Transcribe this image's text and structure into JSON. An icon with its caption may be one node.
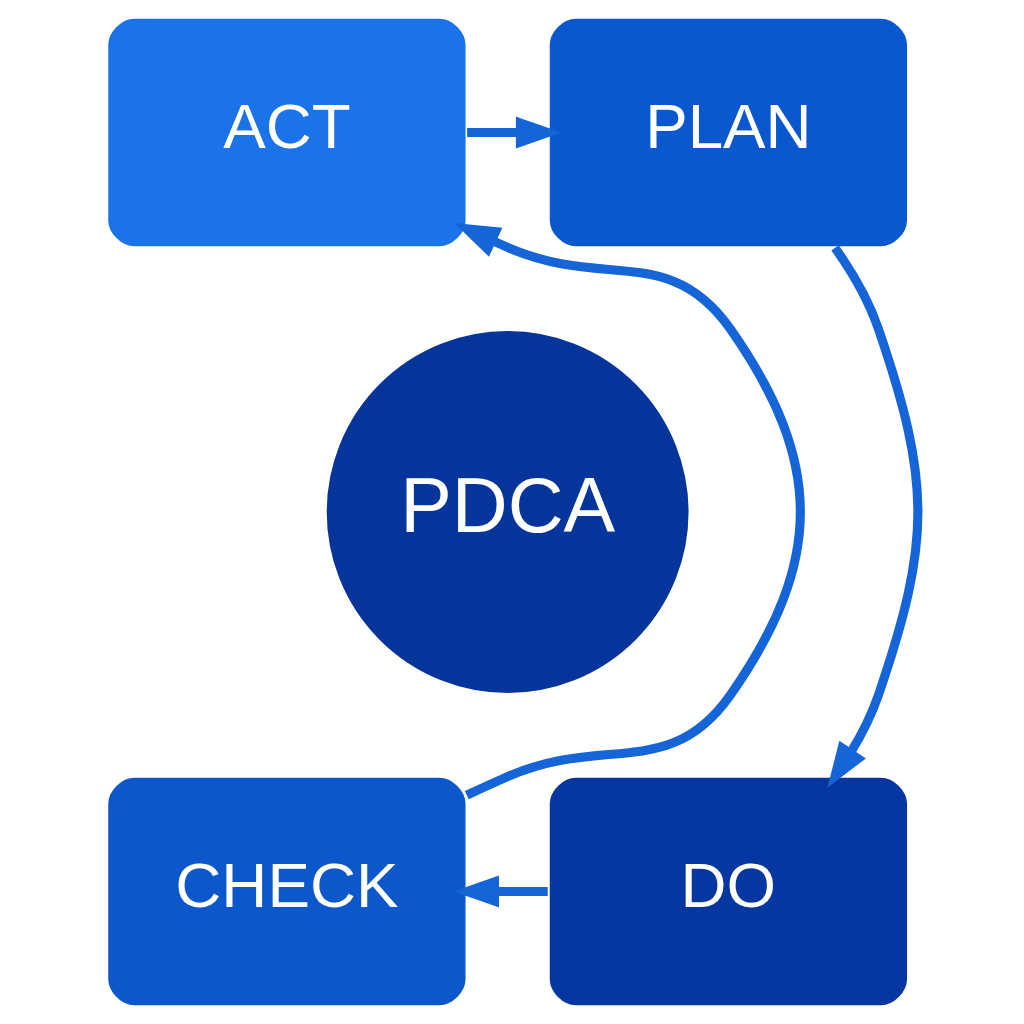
{
  "diagram": {
    "nodes": [
      {
        "text": [
          "ACT"
        ]
      },
      {
        "text": [
          "PLAN"
        ]
      },
      {
        "text": [
          "PDCA"
        ]
      },
      {
        "text": [
          "CHECK"
        ]
      },
      {
        "text": [
          "DO"
        ]
      }
    ],
    "edges": [
      {
        "from": 0,
        "to": 1,
        "arrow": "to"
      },
      {
        "from": 1,
        "to": 4,
        "arrow": "to"
      },
      {
        "from": 4,
        "to": 3,
        "arrow": "to"
      },
      {
        "from": 3,
        "to": 0,
        "arrow": "to"
      }
    ]
  }
}
